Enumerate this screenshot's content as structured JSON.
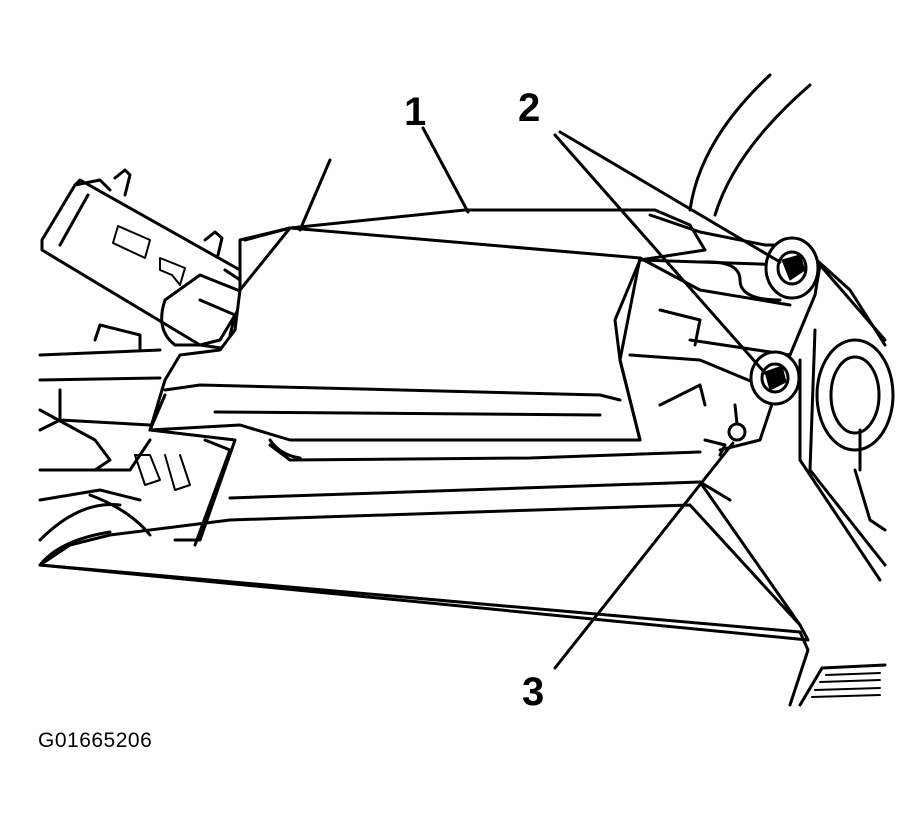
{
  "figure": {
    "id": "G01665206"
  },
  "callouts": {
    "c1": "1",
    "c2": "2",
    "c3": "3"
  },
  "colors": {
    "line": "#000000",
    "background": "#ffffff"
  }
}
